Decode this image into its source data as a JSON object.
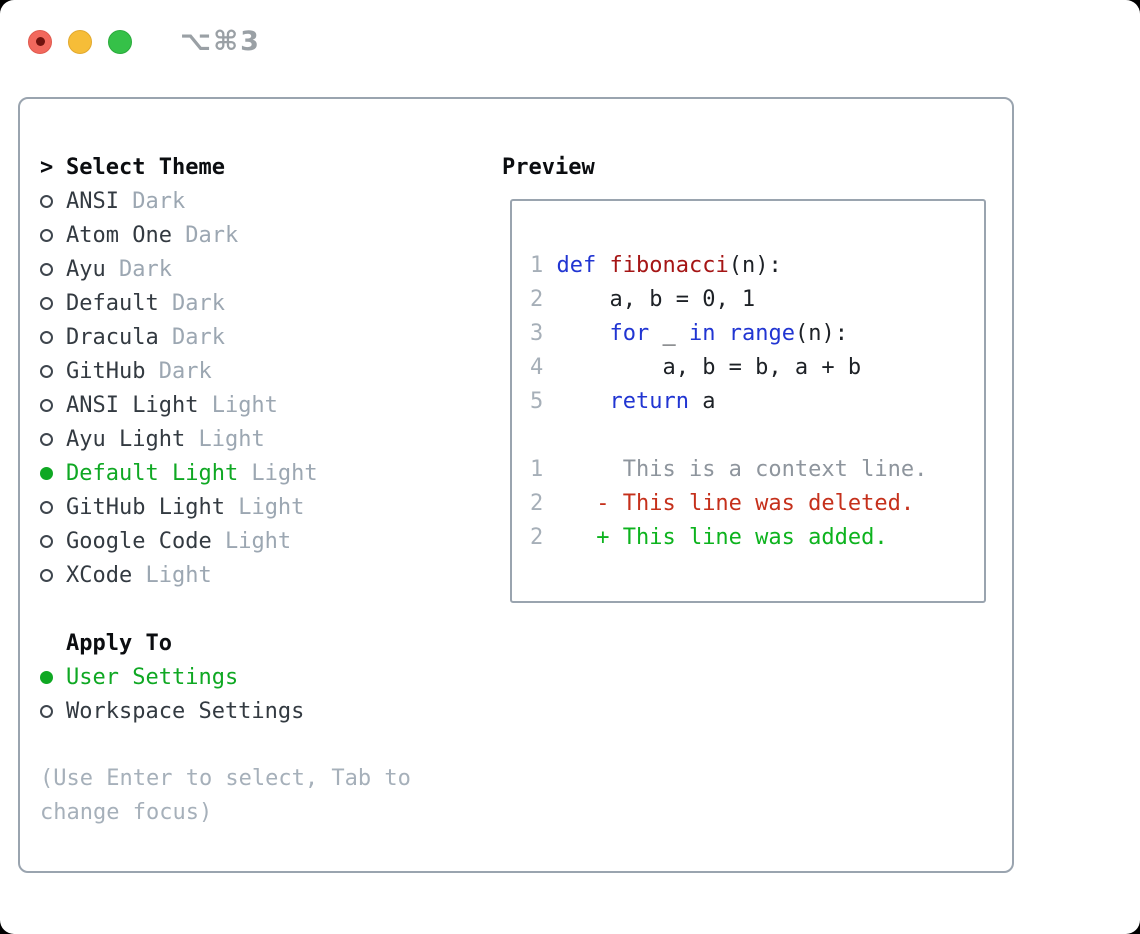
{
  "window": {
    "title_shortcut": "⌥⌘3"
  },
  "theme_selector": {
    "header_prefix": ">",
    "header_label": "Select Theme",
    "items": [
      {
        "name": "ANSI",
        "variant": "Dark",
        "selected": false
      },
      {
        "name": "Atom One",
        "variant": "Dark",
        "selected": false
      },
      {
        "name": "Ayu",
        "variant": "Dark",
        "selected": false
      },
      {
        "name": "Default",
        "variant": "Dark",
        "selected": false
      },
      {
        "name": "Dracula",
        "variant": "Dark",
        "selected": false
      },
      {
        "name": "GitHub",
        "variant": "Dark",
        "selected": false
      },
      {
        "name": "ANSI Light",
        "variant": "Light",
        "selected": false
      },
      {
        "name": "Ayu Light",
        "variant": "Light",
        "selected": false
      },
      {
        "name": "Default Light",
        "variant": "Light",
        "selected": true
      },
      {
        "name": "GitHub Light",
        "variant": "Light",
        "selected": false
      },
      {
        "name": "Google Code",
        "variant": "Light",
        "selected": false
      },
      {
        "name": "XCode",
        "variant": "Light",
        "selected": false
      }
    ],
    "apply_to": {
      "header": "Apply To",
      "options": [
        {
          "label": "User Settings",
          "selected": true
        },
        {
          "label": "Workspace Settings",
          "selected": false
        }
      ]
    },
    "help_text": "(Use Enter to select, Tab to change focus)"
  },
  "preview": {
    "header": "Preview",
    "code_lines": [
      {
        "num": "1",
        "tokens": [
          {
            "t": "def",
            "c": "kw"
          },
          {
            "t": " ",
            "c": "pl"
          },
          {
            "t": "fibonacci",
            "c": "fn"
          },
          {
            "t": "(n):",
            "c": "pl"
          }
        ]
      },
      {
        "num": "2",
        "tokens": [
          {
            "t": "    a, b = 0, 1",
            "c": "pl"
          }
        ]
      },
      {
        "num": "3",
        "tokens": [
          {
            "t": "    ",
            "c": "pl"
          },
          {
            "t": "for",
            "c": "kw"
          },
          {
            "t": " _ ",
            "c": "pl"
          },
          {
            "t": "in",
            "c": "kw"
          },
          {
            "t": " ",
            "c": "pl"
          },
          {
            "t": "range",
            "c": "kw"
          },
          {
            "t": "(n):",
            "c": "pl"
          }
        ]
      },
      {
        "num": "4",
        "tokens": [
          {
            "t": "        a, b = b, a + b",
            "c": "pl"
          }
        ]
      },
      {
        "num": "5",
        "tokens": [
          {
            "t": "    ",
            "c": "pl"
          },
          {
            "t": "return",
            "c": "kw"
          },
          {
            "t": " a",
            "c": "pl"
          }
        ]
      }
    ],
    "diff_lines": [
      {
        "num": "1",
        "content": "      This is a context line.",
        "kind": "context"
      },
      {
        "num": "2",
        "content": "    - This line was deleted.",
        "kind": "deleted"
      },
      {
        "num": "2",
        "content": "    + This line was added.",
        "kind": "added"
      }
    ]
  },
  "colors": {
    "accent_green": "#0fa823",
    "diff_green": "#0db31e",
    "diff_red": "#c5301b",
    "keyword_blue": "#2135d2",
    "function_red": "#a51515",
    "border_gray": "#9aa4af",
    "muted_gray": "#9ca7b2",
    "help_gray": "#a6b0ba",
    "linenum_gray": "#a6afb8",
    "context_gray": "#8e959d",
    "tl_red": "#f2685d",
    "tl_yellow": "#f6bd38",
    "tl_green": "#35c148"
  }
}
